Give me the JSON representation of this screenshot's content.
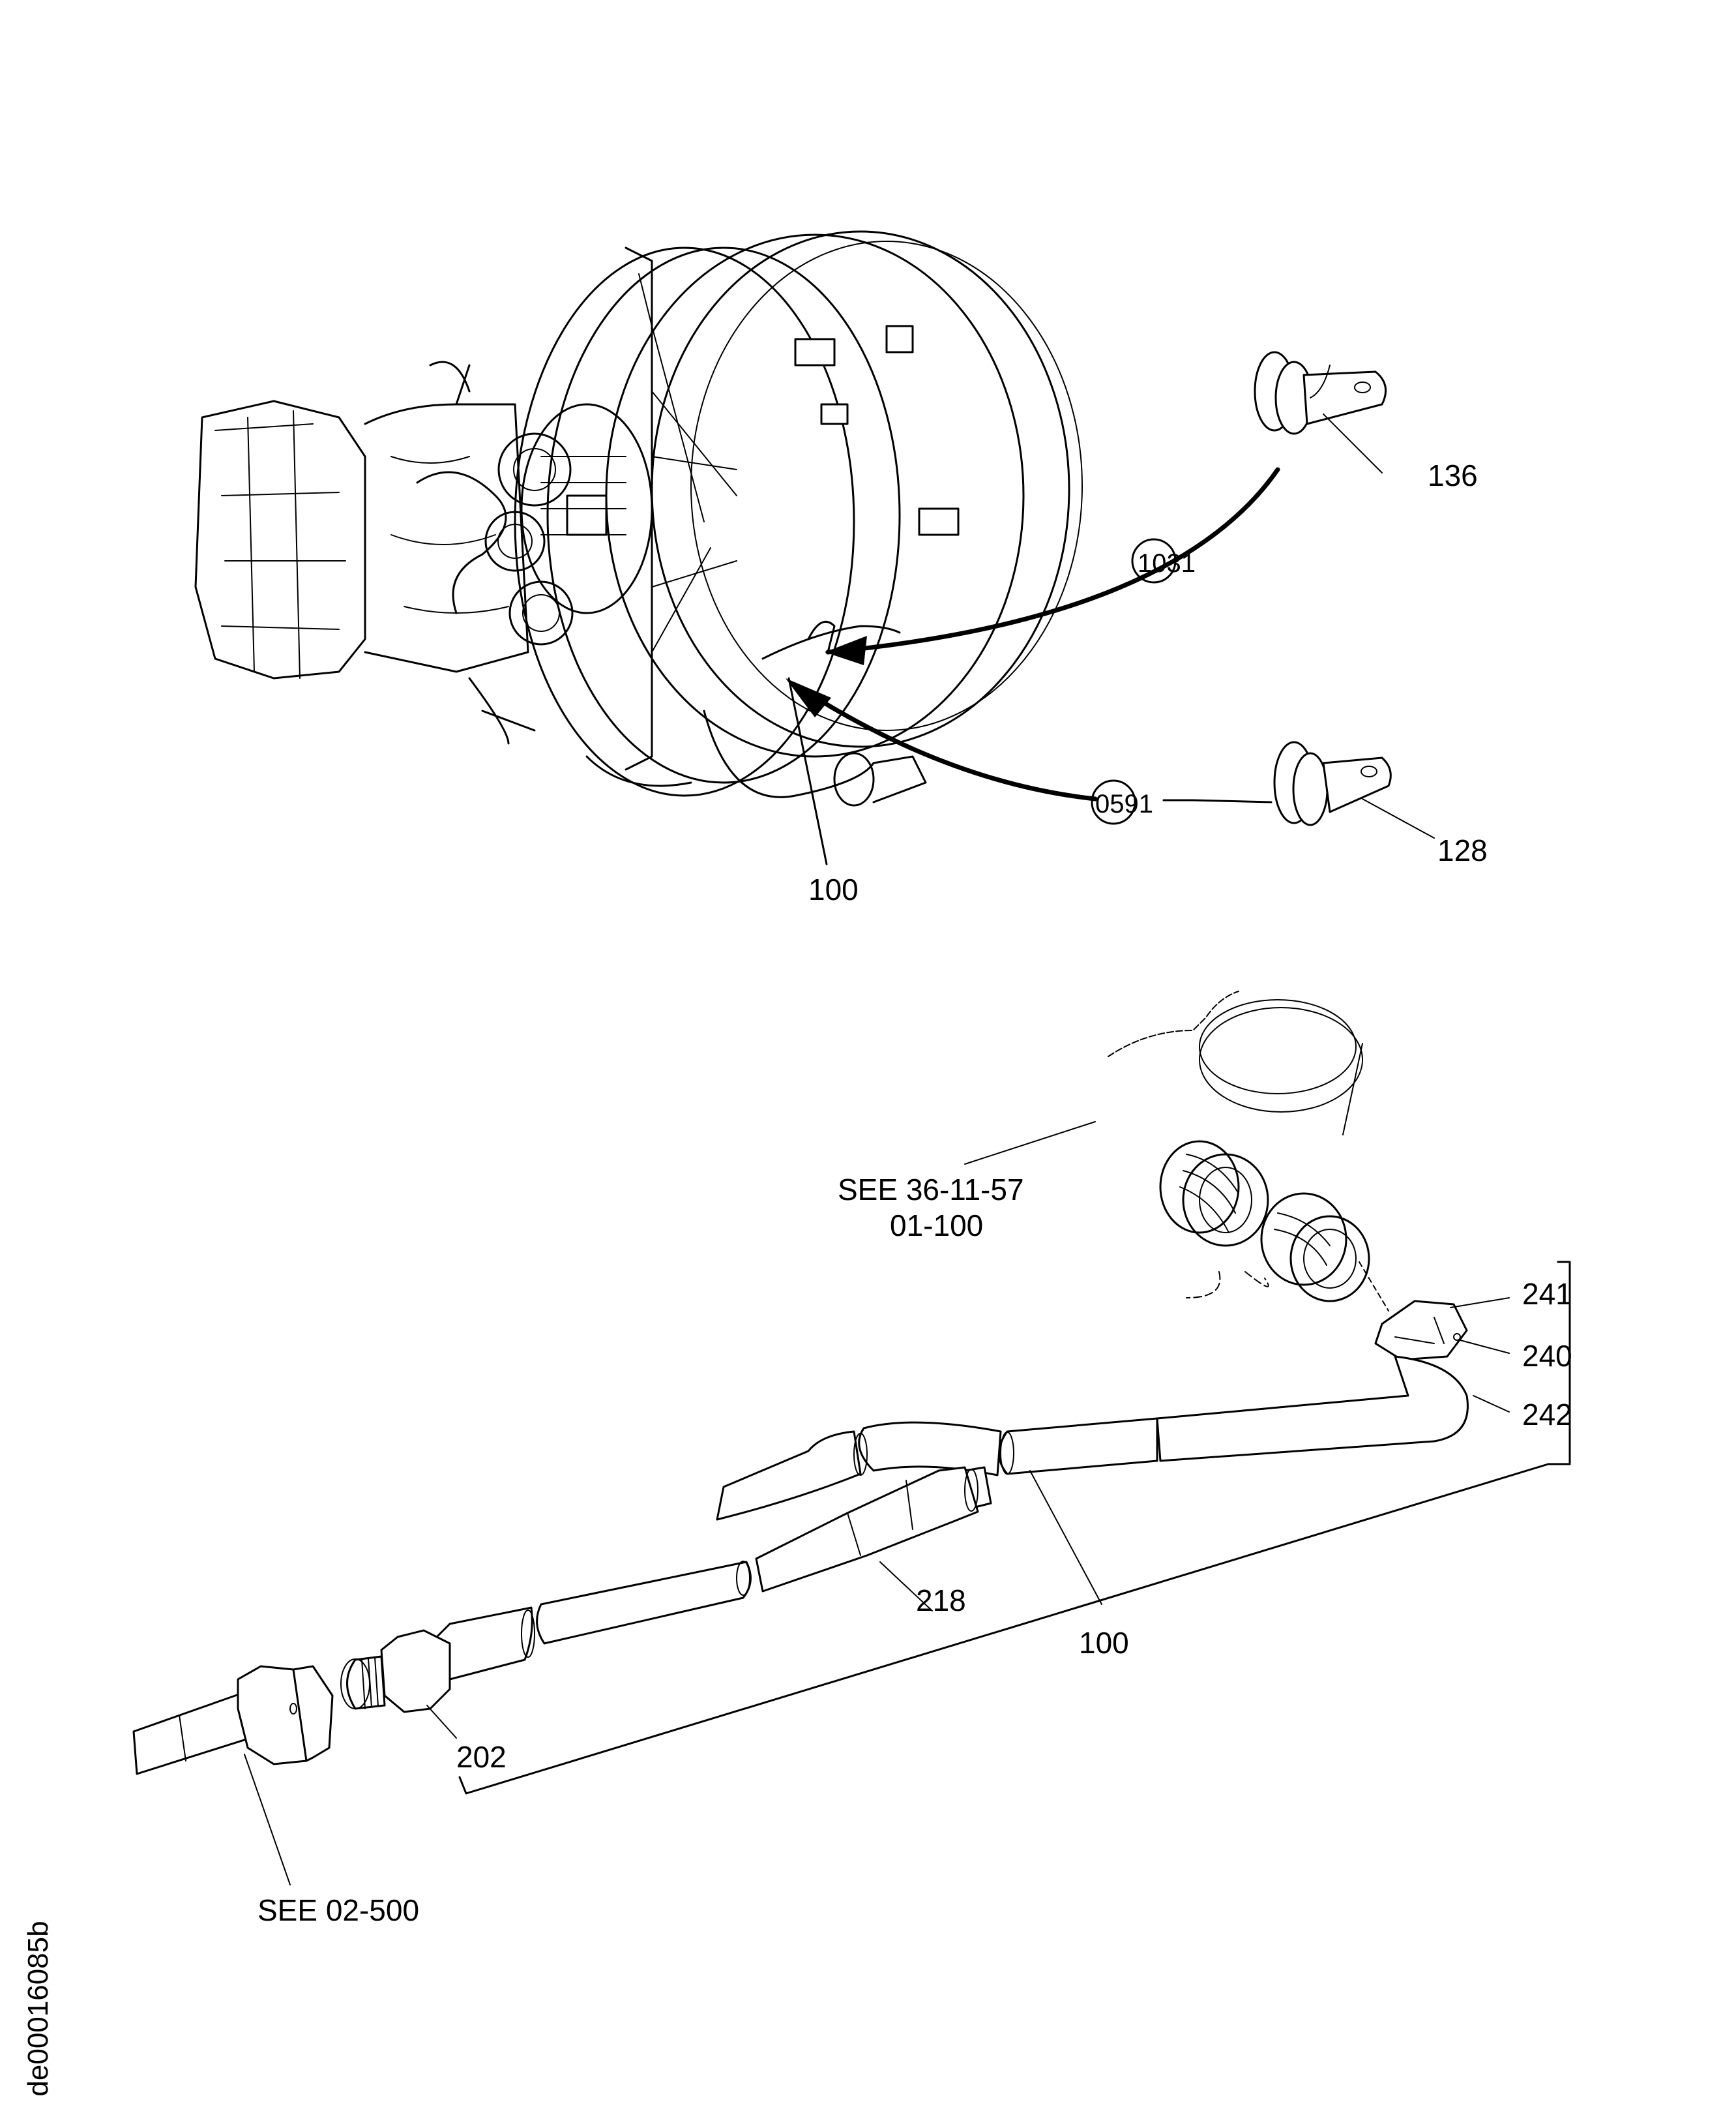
{
  "figure": {
    "type": "illustrated-parts-catalog-figure",
    "figure_id": "de00016085b",
    "colors": {
      "ink": "#000000",
      "paper": "#ffffff"
    }
  },
  "upper_view": {
    "subject": "engine with sense line clamp locations",
    "callouts": {
      "clamp_upper_item": "136",
      "clamp_lower_item": "128",
      "location_upper": "1031",
      "location_lower": "0591",
      "tube_item": "100"
    }
  },
  "lower_view": {
    "subject": "tube assembly exploded view",
    "references": {
      "upper_ref_line1": "SEE 36-11-57",
      "upper_ref_line2": "01-100",
      "lower_ref": "SEE 02-500"
    },
    "callouts": {
      "nut": "241",
      "lockwire_ring": "240",
      "elbow": "242",
      "reducer_tube": "218",
      "tube_assembly": "100",
      "adapter_fitting": "202"
    }
  }
}
